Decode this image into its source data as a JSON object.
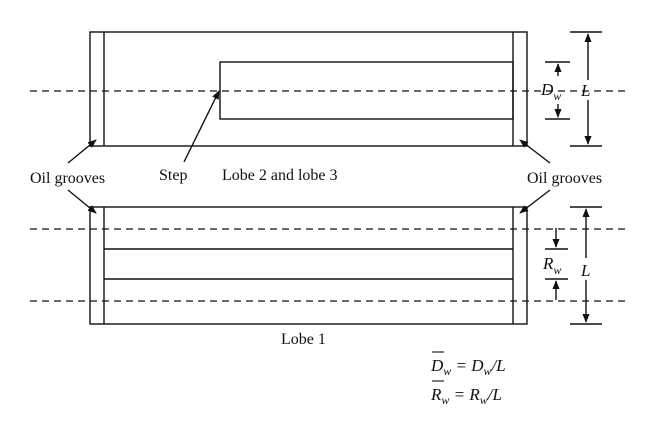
{
  "labels": {
    "oil_grooves_left": "Oil grooves",
    "oil_grooves_right": "Oil grooves",
    "step": "Step",
    "lobe_2_3": "Lobe 2 and lobe 3",
    "lobe_1": "Lobe 1"
  },
  "dims": {
    "Dw_main": "D",
    "Dw_sub": "w",
    "L_top": "L",
    "Rw_main": "R",
    "Rw_sub": "w",
    "L_bottom": "L"
  },
  "equations": {
    "eq1": {
      "lhs_main": "D",
      "lhs_sub": "w",
      "mid": " = D",
      "mid_sub": "w",
      "rhs": "/L"
    },
    "eq2": {
      "lhs_main": "R",
      "lhs_sub": "w",
      "mid": " = R",
      "mid_sub": "w",
      "rhs": "/L"
    }
  }
}
